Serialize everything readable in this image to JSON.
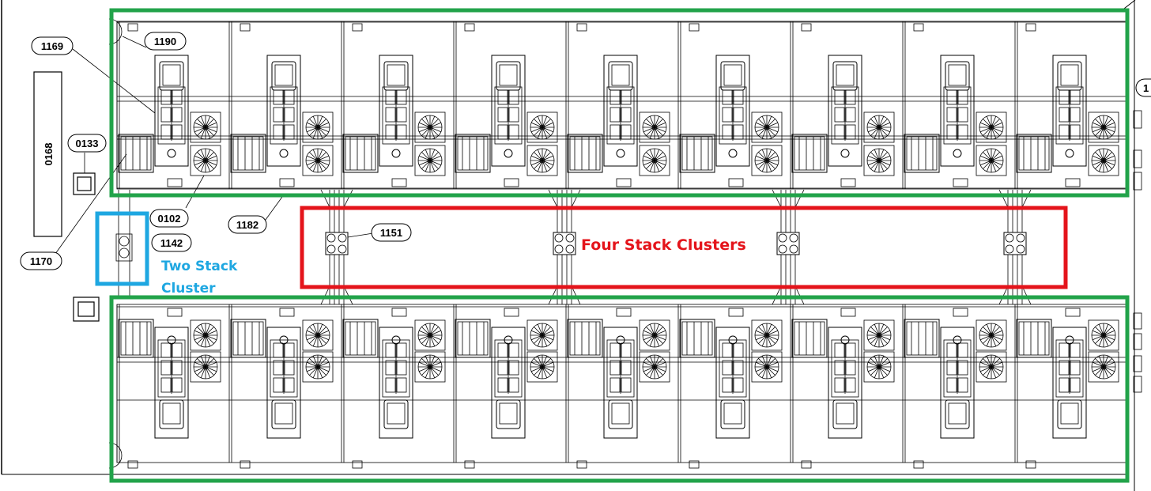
{
  "labels": {
    "l1169": "1169",
    "l1190": "1190",
    "l0168": "0168",
    "l0133": "0133",
    "l0102": "0102",
    "l1142": "1142",
    "l1170": "1170",
    "l1182": "1182",
    "l1151": "1151",
    "edge": "1"
  },
  "annotations": {
    "four_stack": "Four Stack Clusters",
    "two_stack_line1": "Two Stack",
    "two_stack_line2": "Cluster"
  },
  "colors": {
    "green": "#22a34a",
    "red": "#e4141b",
    "blue": "#1ea7e1"
  }
}
